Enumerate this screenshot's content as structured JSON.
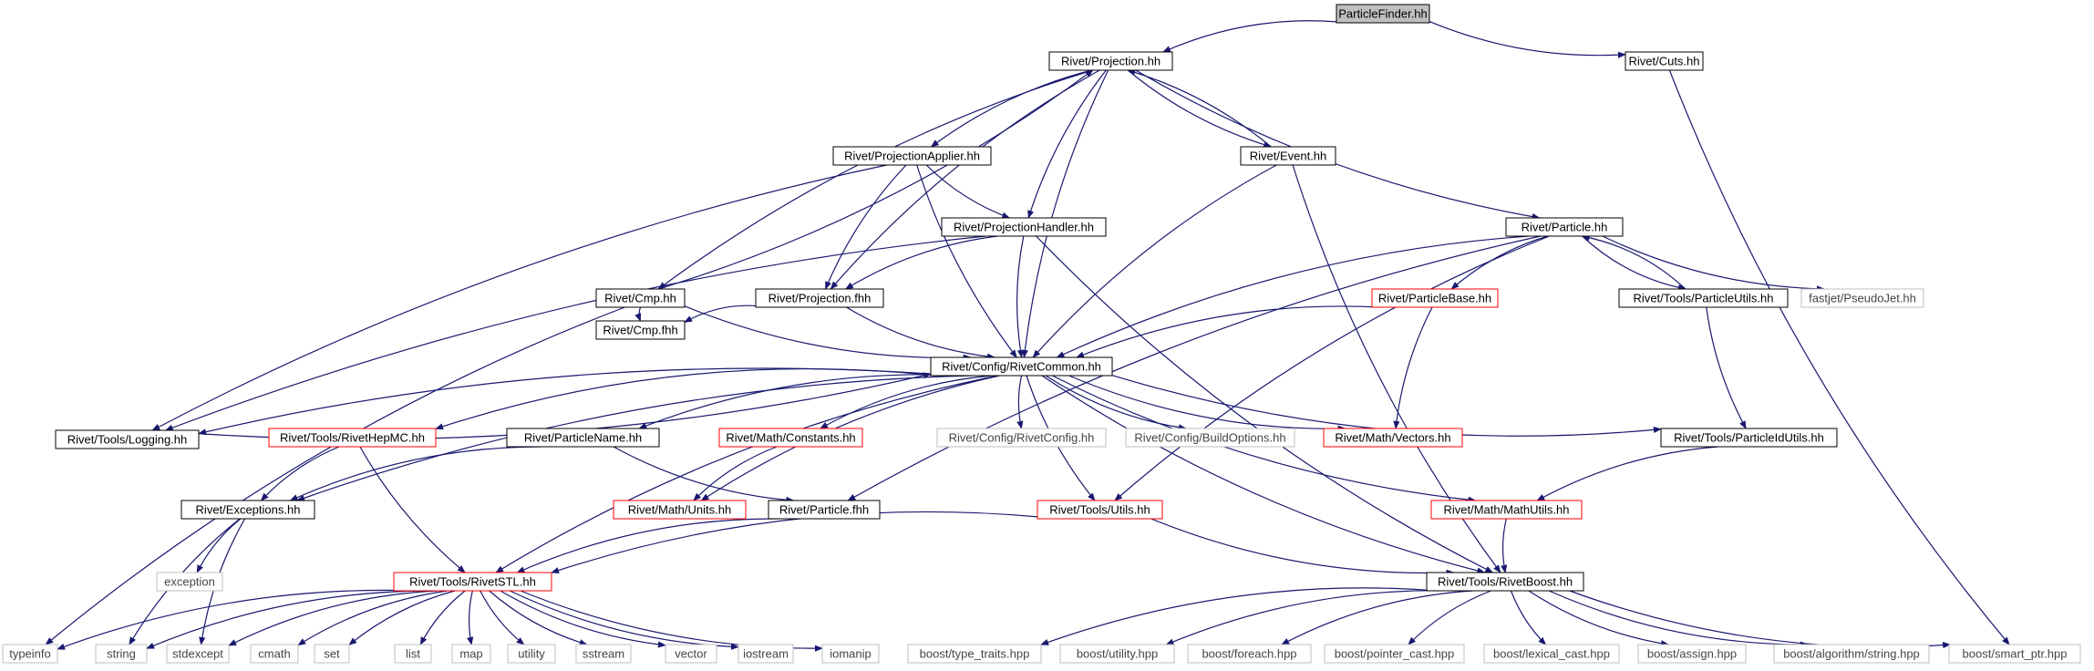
{
  "colors": {
    "edge": "#191970",
    "border_normal": "#000000",
    "border_incomplete": "#ff0000",
    "border_external": "#bfbfbf",
    "root_fill": "#bfbfbf",
    "node_fill": "#ffffff"
  },
  "nodes": [
    {
      "id": "root",
      "label": "ParticleFinder.hh",
      "kind": "root"
    },
    {
      "id": "projection",
      "label": "Rivet/Projection.hh",
      "kind": "normal"
    },
    {
      "id": "cuts",
      "label": "Rivet/Cuts.hh",
      "kind": "normal"
    },
    {
      "id": "projapplier",
      "label": "Rivet/ProjectionApplier.hh",
      "kind": "normal"
    },
    {
      "id": "event",
      "label": "Rivet/Event.hh",
      "kind": "normal"
    },
    {
      "id": "projhandler",
      "label": "Rivet/ProjectionHandler.hh",
      "kind": "normal"
    },
    {
      "id": "particle",
      "label": "Rivet/Particle.hh",
      "kind": "normal"
    },
    {
      "id": "cmp",
      "label": "Rivet/Cmp.hh",
      "kind": "normal"
    },
    {
      "id": "projfhh",
      "label": "Rivet/Projection.fhh",
      "kind": "normal"
    },
    {
      "id": "particlebase",
      "label": "Rivet/ParticleBase.hh",
      "kind": "incomplete"
    },
    {
      "id": "particleutils",
      "label": "Rivet/Tools/ParticleUtils.hh",
      "kind": "normal"
    },
    {
      "id": "pseudojet",
      "label": "fastjet/PseudoJet.hh",
      "kind": "external"
    },
    {
      "id": "cmpfhh",
      "label": "Rivet/Cmp.fhh",
      "kind": "normal"
    },
    {
      "id": "rivetcommon",
      "label": "Rivet/Config/RivetCommon.hh",
      "kind": "normal"
    },
    {
      "id": "logging",
      "label": "Rivet/Tools/Logging.hh",
      "kind": "normal"
    },
    {
      "id": "hepmc",
      "label": "Rivet/Tools/RivetHepMC.hh",
      "kind": "incomplete"
    },
    {
      "id": "particlename",
      "label": "Rivet/ParticleName.hh",
      "kind": "normal"
    },
    {
      "id": "constants",
      "label": "Rivet/Math/Constants.hh",
      "kind": "incomplete"
    },
    {
      "id": "rivetconfig",
      "label": "Rivet/Config/RivetConfig.hh",
      "kind": "external"
    },
    {
      "id": "buildoptions",
      "label": "Rivet/Config/BuildOptions.hh",
      "kind": "external"
    },
    {
      "id": "vectors",
      "label": "Rivet/Math/Vectors.hh",
      "kind": "incomplete"
    },
    {
      "id": "pidutils",
      "label": "Rivet/Tools/ParticleIdUtils.hh",
      "kind": "normal"
    },
    {
      "id": "exceptions",
      "label": "Rivet/Exceptions.hh",
      "kind": "normal"
    },
    {
      "id": "units",
      "label": "Rivet/Math/Units.hh",
      "kind": "incomplete"
    },
    {
      "id": "particlefhh",
      "label": "Rivet/Particle.fhh",
      "kind": "normal"
    },
    {
      "id": "utils",
      "label": "Rivet/Tools/Utils.hh",
      "kind": "incomplete"
    },
    {
      "id": "mathutils",
      "label": "Rivet/Math/MathUtils.hh",
      "kind": "incomplete"
    },
    {
      "id": "exception",
      "label": "exception",
      "kind": "external"
    },
    {
      "id": "rivetstl",
      "label": "Rivet/Tools/RivetSTL.hh",
      "kind": "incomplete"
    },
    {
      "id": "rivetboost",
      "label": "Rivet/Tools/RivetBoost.hh",
      "kind": "normal"
    },
    {
      "id": "typeinfo",
      "label": "typeinfo",
      "kind": "external"
    },
    {
      "id": "string",
      "label": "string",
      "kind": "external"
    },
    {
      "id": "stdexcept",
      "label": "stdexcept",
      "kind": "external"
    },
    {
      "id": "cmath",
      "label": "cmath",
      "kind": "external"
    },
    {
      "id": "set",
      "label": "set",
      "kind": "external"
    },
    {
      "id": "list",
      "label": "list",
      "kind": "external"
    },
    {
      "id": "map",
      "label": "map",
      "kind": "external"
    },
    {
      "id": "utility",
      "label": "utility",
      "kind": "external"
    },
    {
      "id": "sstream",
      "label": "sstream",
      "kind": "external"
    },
    {
      "id": "vector",
      "label": "vector",
      "kind": "external"
    },
    {
      "id": "iostream",
      "label": "iostream",
      "kind": "external"
    },
    {
      "id": "iomanip",
      "label": "iomanip",
      "kind": "external"
    },
    {
      "id": "typetraits",
      "label": "boost/type_traits.hpp",
      "kind": "external"
    },
    {
      "id": "butility",
      "label": "boost/utility.hpp",
      "kind": "external"
    },
    {
      "id": "foreach",
      "label": "boost/foreach.hpp",
      "kind": "external"
    },
    {
      "id": "pointercast",
      "label": "boost/pointer_cast.hpp",
      "kind": "external"
    },
    {
      "id": "lexicalcast",
      "label": "boost/lexical_cast.hpp",
      "kind": "external"
    },
    {
      "id": "assign",
      "label": "boost/assign.hpp",
      "kind": "external"
    },
    {
      "id": "algostring",
      "label": "boost/algorithm/string.hpp",
      "kind": "external"
    },
    {
      "id": "smartptr",
      "label": "boost/smart_ptr.hpp",
      "kind": "external"
    }
  ],
  "edges": [
    [
      "root",
      "projection"
    ],
    [
      "root",
      "cuts"
    ],
    [
      "projection",
      "projapplier"
    ],
    [
      "projection",
      "event"
    ],
    [
      "projection",
      "projhandler"
    ],
    [
      "projection",
      "particle"
    ],
    [
      "projection",
      "cmp"
    ],
    [
      "projection",
      "projfhh"
    ],
    [
      "projection",
      "rivetcommon"
    ],
    [
      "cuts",
      "smartptr"
    ],
    [
      "projapplier",
      "projhandler"
    ],
    [
      "projapplier",
      "projfhh"
    ],
    [
      "projapplier",
      "rivetcommon"
    ],
    [
      "projapplier",
      "logging"
    ],
    [
      "event",
      "projection"
    ],
    [
      "event",
      "rivetcommon"
    ],
    [
      "event",
      "rivetboost"
    ],
    [
      "projhandler",
      "projfhh"
    ],
    [
      "projhandler",
      "rivetcommon"
    ],
    [
      "projhandler",
      "logging"
    ],
    [
      "projhandler",
      "rivetboost"
    ],
    [
      "particle",
      "particlebase"
    ],
    [
      "particle",
      "particleutils"
    ],
    [
      "particle",
      "pseudojet"
    ],
    [
      "particle",
      "rivetcommon"
    ],
    [
      "particle",
      "particlefhh"
    ],
    [
      "particle",
      "utils"
    ],
    [
      "particleutils",
      "particle"
    ],
    [
      "particleutils",
      "pidutils"
    ],
    [
      "particlebase",
      "rivetcommon"
    ],
    [
      "particlebase",
      "vectors"
    ],
    [
      "cmp",
      "projection"
    ],
    [
      "cmp",
      "cmpfhh"
    ],
    [
      "cmp",
      "rivetcommon"
    ],
    [
      "cmp",
      "typeinfo"
    ],
    [
      "projfhh",
      "cmpfhh"
    ],
    [
      "projfhh",
      "rivetcommon"
    ],
    [
      "rivetcommon",
      "logging"
    ],
    [
      "rivetcommon",
      "hepmc"
    ],
    [
      "rivetcommon",
      "particlename"
    ],
    [
      "rivetcommon",
      "constants"
    ],
    [
      "rivetcommon",
      "rivetconfig"
    ],
    [
      "rivetcommon",
      "buildoptions"
    ],
    [
      "rivetcommon",
      "vectors"
    ],
    [
      "rivetcommon",
      "pidutils"
    ],
    [
      "rivetcommon",
      "exceptions"
    ],
    [
      "rivetcommon",
      "units"
    ],
    [
      "rivetcommon",
      "utils"
    ],
    [
      "rivetcommon",
      "mathutils"
    ],
    [
      "rivetcommon",
      "rivetstl"
    ],
    [
      "rivetcommon",
      "rivetboost"
    ],
    [
      "logging",
      "rivetcommon"
    ],
    [
      "hepmc",
      "exceptions"
    ],
    [
      "hepmc",
      "rivetstl"
    ],
    [
      "particlename",
      "exceptions"
    ],
    [
      "particlename",
      "particlefhh"
    ],
    [
      "constants",
      "units"
    ],
    [
      "pidutils",
      "mathutils"
    ],
    [
      "exceptions",
      "exception"
    ],
    [
      "exceptions",
      "string"
    ],
    [
      "exceptions",
      "stdexcept"
    ],
    [
      "particlefhh",
      "rivetstl"
    ],
    [
      "utils",
      "rivetstl"
    ],
    [
      "utils",
      "rivetboost"
    ],
    [
      "mathutils",
      "rivetboost"
    ],
    [
      "rivetstl",
      "typeinfo"
    ],
    [
      "rivetstl",
      "string"
    ],
    [
      "rivetstl",
      "stdexcept"
    ],
    [
      "rivetstl",
      "cmath"
    ],
    [
      "rivetstl",
      "set"
    ],
    [
      "rivetstl",
      "list"
    ],
    [
      "rivetstl",
      "map"
    ],
    [
      "rivetstl",
      "utility"
    ],
    [
      "rivetstl",
      "sstream"
    ],
    [
      "rivetstl",
      "vector"
    ],
    [
      "rivetstl",
      "iostream"
    ],
    [
      "rivetstl",
      "iomanip"
    ],
    [
      "rivetboost",
      "typetraits"
    ],
    [
      "rivetboost",
      "butility"
    ],
    [
      "rivetboost",
      "foreach"
    ],
    [
      "rivetboost",
      "pointercast"
    ],
    [
      "rivetboost",
      "lexicalcast"
    ],
    [
      "rivetboost",
      "assign"
    ],
    [
      "rivetboost",
      "algostring"
    ],
    [
      "rivetboost",
      "smartptr"
    ]
  ]
}
